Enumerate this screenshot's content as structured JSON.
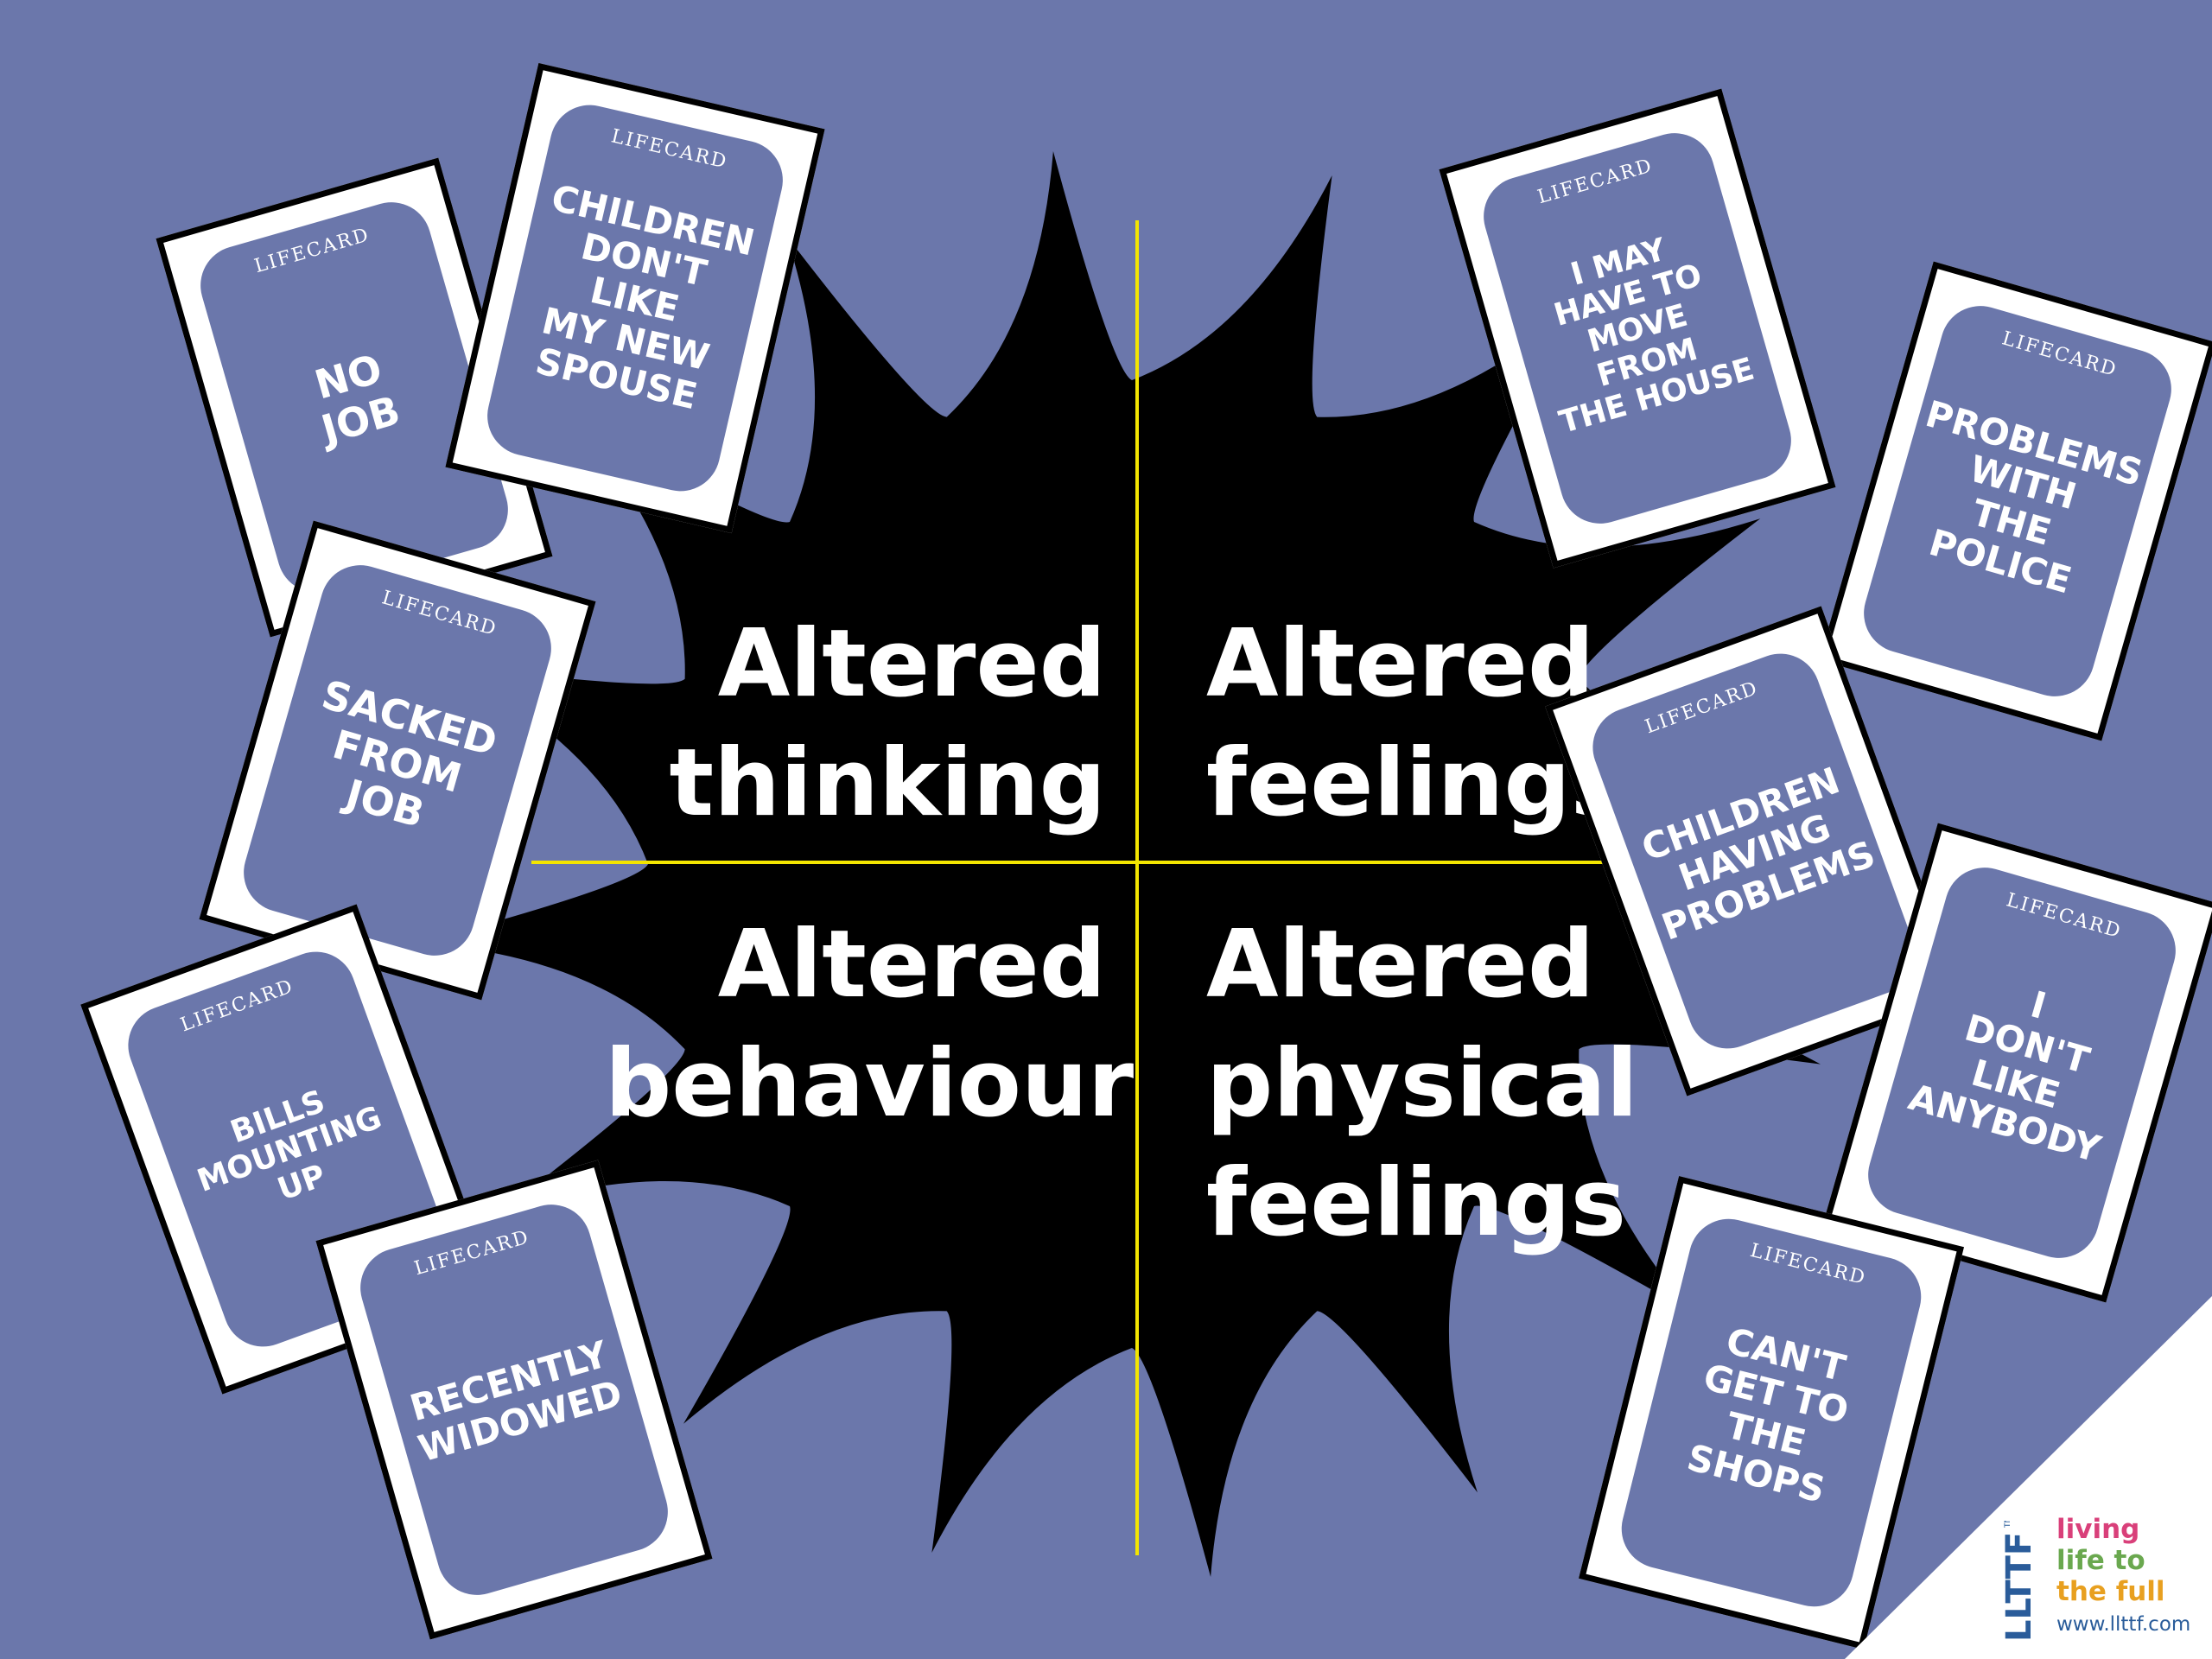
{
  "colors": {
    "background": "#6b77ab",
    "card_face": "#6b77ab",
    "burst": "#000000",
    "divider": "#f3e500",
    "text": "#ffffff"
  },
  "center": {
    "top_left": "Altered\nthinking",
    "top_right": "Altered\nfeelings",
    "bottom_left": "Altered\nbehaviour",
    "bottom_right": "Altered\nphysical\nfeelings"
  },
  "cards": [
    {
      "brand": "LIFECARD",
      "text": "NO\nJOB"
    },
    {
      "brand": "LIFECARD",
      "text": "CHILDREN\nDON'T\nLIKE\nMY NEW\nSPOUSE"
    },
    {
      "brand": "LIFECARD",
      "text": "SACKED\nFROM\nJOB"
    },
    {
      "brand": "LIFECARD",
      "text": "BILLS\nMOUNTING\nUP"
    },
    {
      "brand": "LIFECARD",
      "text": "RECENTLY\nWIDOWED"
    },
    {
      "brand": "LIFECARD",
      "text": "I MAY\nHAVE TO\nMOVE\nFROM\nTHE HOUSE"
    },
    {
      "brand": "LIFECARD",
      "text": "PROBLEMS\nWITH\nTHE\nPOLICE"
    },
    {
      "brand": "LIFECARD",
      "text": "CHILDREN\nHAVING\nPROBLEMS"
    },
    {
      "brand": "LIFECARD",
      "text": "I\nDON'T\nLIKE\nANYBODY"
    },
    {
      "brand": "LIFECARD",
      "text": "CAN'T\nGET TO\nTHE\nSHOPS"
    }
  ],
  "logo": {
    "wordmark": "LLTTF",
    "trademark": "TM",
    "tagline": [
      "living",
      "life to",
      "the full"
    ],
    "tagline_colors": [
      "#d9407a",
      "#6aa84f",
      "#e8a020"
    ],
    "url": "www.llttf.com"
  }
}
